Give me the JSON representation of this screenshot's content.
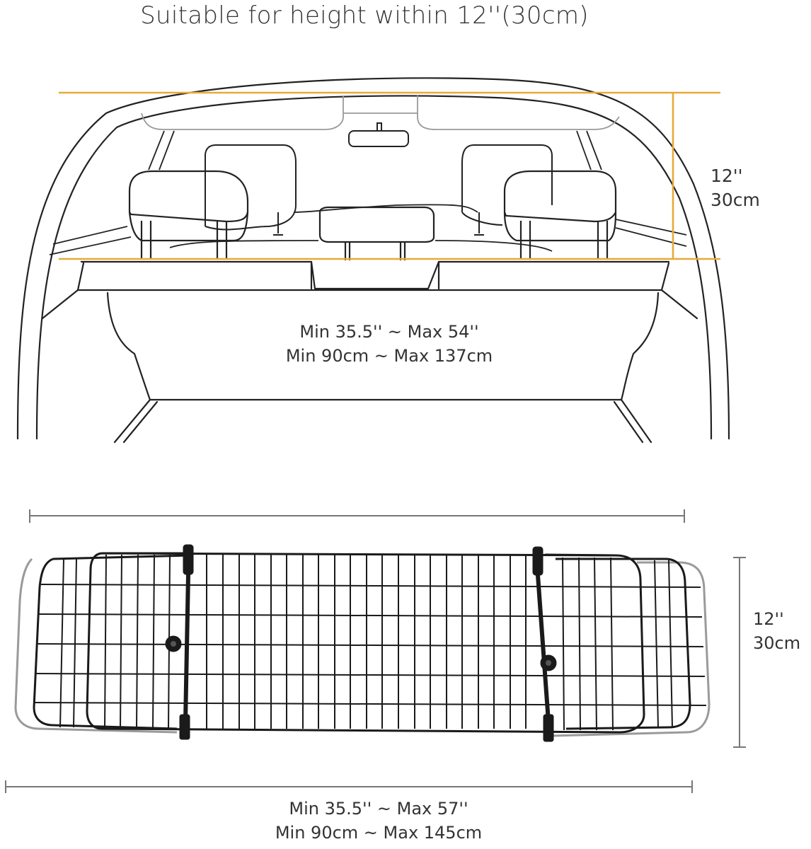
{
  "title": "Suitable for height within 12''(30cm)",
  "car_view": {
    "height_dimension": {
      "inches": "12''",
      "cm": "30cm"
    },
    "width_range": {
      "inches": "Min 35.5'' ~ Max 54''",
      "cm": "Min 90cm ~ Max 137cm"
    },
    "guide_line_color": "#E8A93A"
  },
  "barrier_view": {
    "height_dimension": {
      "inches": "12''",
      "cm": "30cm"
    },
    "width_range": {
      "inches": "Min 35.5'' ~ Max 57''",
      "cm": "Min 90cm ~ Max 145cm"
    },
    "dimension_line_color": "#777777"
  }
}
